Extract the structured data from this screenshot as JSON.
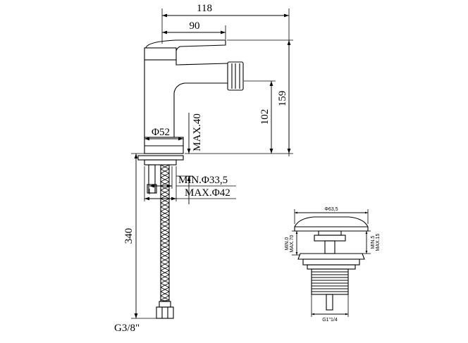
{
  "faucet": {
    "dim_overall_width": "118",
    "dim_handle_width": "90",
    "dim_total_height": "159",
    "dim_spout_height": "102",
    "dim_max_thickness": "MAX.40",
    "dim_base_diameter": "Φ52",
    "dim_min_hole": "MIN.Φ33,5",
    "dim_max_hole": "MAX.Φ42",
    "dim_hose_length": "340",
    "dim_hose_thread": "G3/8\""
  },
  "waste": {
    "dim_cap_diameter": "Φ63,5",
    "dim_min_0": "MIN.0",
    "dim_max_70": "MAX.70",
    "dim_min_5": "MIN.5",
    "dim_max_15": "MAX.15",
    "dim_thread": "G1\"1/4"
  },
  "colors": {
    "line": "#000000",
    "background": "#ffffff"
  }
}
